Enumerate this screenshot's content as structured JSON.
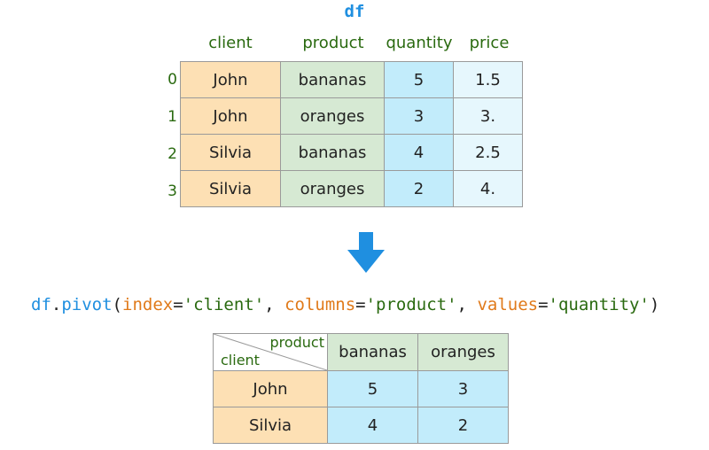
{
  "df_title": "df",
  "top_table": {
    "columns": [
      "client",
      "product",
      "quantity",
      "price"
    ],
    "index": [
      "0",
      "1",
      "2",
      "3"
    ],
    "rows": [
      [
        "John",
        "bananas",
        "5",
        "1.5"
      ],
      [
        "John",
        "oranges",
        "3",
        "3."
      ],
      [
        "Silvia",
        "bananas",
        "4",
        "2.5"
      ],
      [
        "Silvia",
        "oranges",
        "2",
        "4."
      ]
    ]
  },
  "arrow_icon": "down-arrow-icon",
  "code": {
    "obj": "df",
    "dot": ".",
    "fn": "pivot",
    "open": "(",
    "arg1": "index",
    "eq1": "=",
    "val1": "'client'",
    "sep1": ", ",
    "arg2": "columns",
    "eq2": "=",
    "val2": "'product'",
    "sep2": ", ",
    "arg3": "values",
    "eq3": "=",
    "val3": "'quantity'",
    "close": ")"
  },
  "pivot_table": {
    "corner_columns_label": "product",
    "corner_index_label": "client",
    "columns": [
      "bananas",
      "oranges"
    ],
    "rows": [
      {
        "index": "John",
        "values": [
          "5",
          "3"
        ]
      },
      {
        "index": "Silvia",
        "values": [
          "4",
          "2"
        ]
      }
    ]
  },
  "colors": {
    "client": "#fde0b4",
    "product": "#d6e9d3",
    "quantity": "#c2ecfb",
    "price": "#e6f7fd",
    "accent_blue": "#1f8fe0",
    "arg_orange": "#e07a1a",
    "label_green": "#2a6a10"
  }
}
